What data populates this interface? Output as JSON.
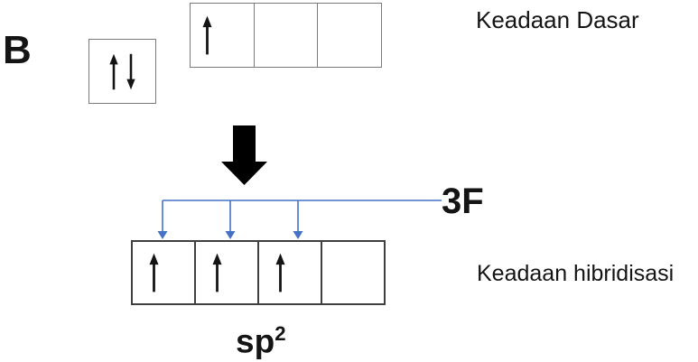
{
  "element": {
    "symbol": "B"
  },
  "labels": {
    "ground_state": "Keadaan Dasar",
    "hybridized_state": "Keadaan hibridisasi",
    "fluorine_count": "3F",
    "hybrid_orbital_base": "sp",
    "hybrid_orbital_exponent": "2"
  },
  "colors": {
    "connector": "#4472C4",
    "ink": "#141414",
    "box_border_light": "#7a7a7a",
    "box_border_dark": "#3f3f3f"
  },
  "diagram": {
    "ground_state": {
      "s_orbital": [
        "up",
        "down"
      ],
      "p_orbitals": [
        [
          "up"
        ],
        [],
        []
      ]
    },
    "hybridized_state": {
      "sp2_orbitals": [
        [
          "up"
        ],
        [
          "up"
        ],
        [
          "up"
        ],
        []
      ]
    }
  }
}
